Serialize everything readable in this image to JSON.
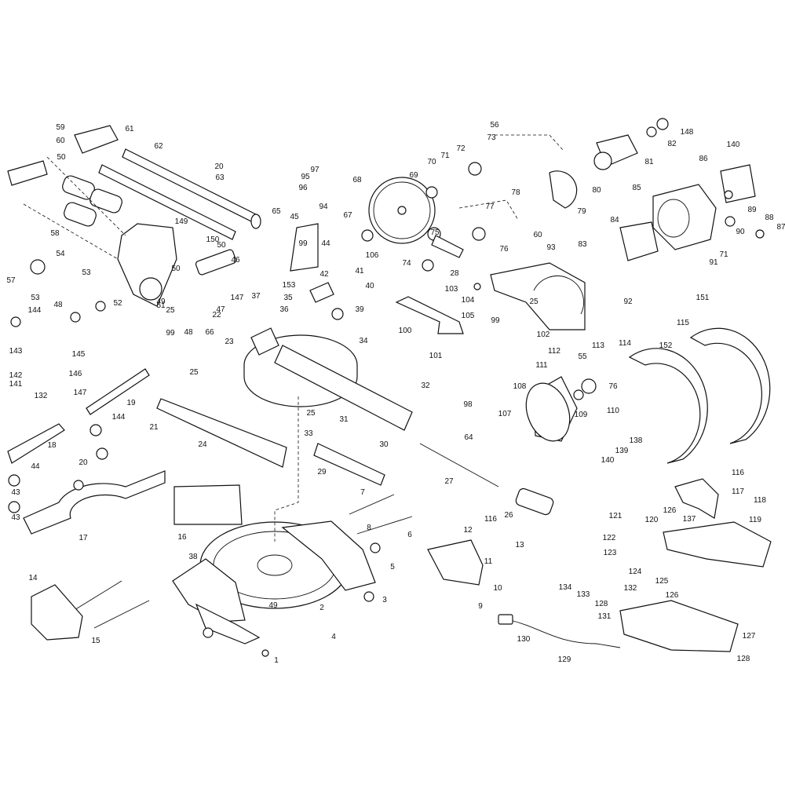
{
  "callouts": [
    "1",
    "2",
    "3",
    "4",
    "5",
    "6",
    "7",
    "8",
    "9",
    "10",
    "11",
    "12",
    "13",
    "14",
    "15",
    "16",
    "17",
    "18",
    "19",
    "20",
    "20",
    "21",
    "22",
    "23",
    "24",
    "25",
    "25",
    "25",
    "25",
    "26",
    "27",
    "28",
    "29",
    "30",
    "31",
    "32",
    "33",
    "34",
    "35",
    "36",
    "37",
    "38",
    "39",
    "40",
    "41",
    "42",
    "43",
    "43",
    "44",
    "44",
    "45",
    "46",
    "47",
    "48",
    "48",
    "49",
    "49",
    "50",
    "50",
    "50",
    "51",
    "52",
    "53",
    "53",
    "54",
    "55",
    "56",
    "57",
    "58",
    "59",
    "60",
    "60",
    "61",
    "62",
    "63",
    "64",
    "65",
    "66",
    "67",
    "68",
    "69",
    "70",
    "71",
    "71",
    "72",
    "73",
    "74",
    "75",
    "76",
    "76",
    "77",
    "78",
    "79",
    "80",
    "81",
    "82",
    "83",
    "84",
    "85",
    "86",
    "87",
    "88",
    "89",
    "90",
    "91",
    "92",
    "93",
    "94",
    "95",
    "96",
    "97",
    "98",
    "99",
    "99",
    "99",
    "100",
    "101",
    "102",
    "103",
    "104",
    "105",
    "106",
    "107",
    "108",
    "109",
    "110",
    "111",
    "112",
    "113",
    "114",
    "115",
    "116",
    "116",
    "117",
    "118",
    "119",
    "120",
    "121",
    "122",
    "123",
    "124",
    "125",
    "126",
    "126",
    "127",
    "128",
    "128",
    "129",
    "130",
    "131",
    "132",
    "132",
    "133",
    "134",
    "137",
    "138",
    "139",
    "140",
    "140",
    "141",
    "142",
    "143",
    "144",
    "144",
    "145",
    "146",
    "147",
    "147",
    "148",
    "149",
    "150",
    "151",
    "152",
    "153"
  ]
}
